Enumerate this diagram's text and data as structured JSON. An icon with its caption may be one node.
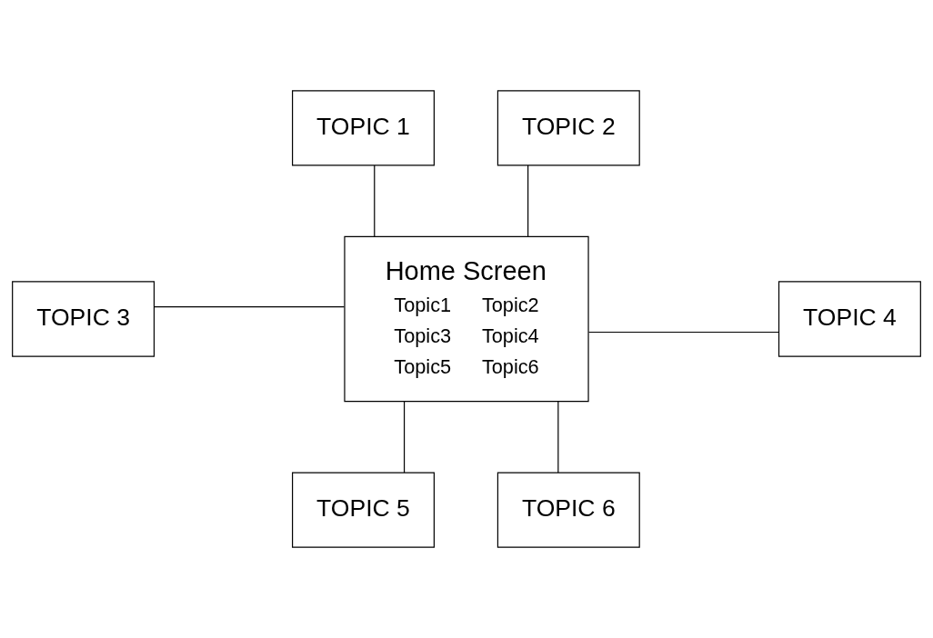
{
  "diagram": {
    "nodes": [
      {
        "text": [
          "Home Screen",
          "Topic1",
          "Topic2",
          "Topic3",
          "Topic4",
          "Topic5",
          "Topic6"
        ]
      },
      {
        "text": [
          "TOPIC 1"
        ]
      },
      {
        "text": [
          "TOPIC 2"
        ]
      },
      {
        "text": [
          "TOPIC 3"
        ]
      },
      {
        "text": [
          "TOPIC 4"
        ]
      },
      {
        "text": [
          "TOPIC 5"
        ]
      },
      {
        "text": [
          "TOPIC 6"
        ]
      }
    ],
    "edges": [
      {
        "from": 0,
        "to": 1,
        "arrow": "none"
      },
      {
        "from": 0,
        "to": 2,
        "arrow": "none"
      },
      {
        "from": 0,
        "to": 3,
        "arrow": "none"
      },
      {
        "from": 0,
        "to": 4,
        "arrow": "none"
      },
      {
        "from": 0,
        "to": 5,
        "arrow": "none"
      },
      {
        "from": 0,
        "to": 6,
        "arrow": "none"
      }
    ]
  }
}
